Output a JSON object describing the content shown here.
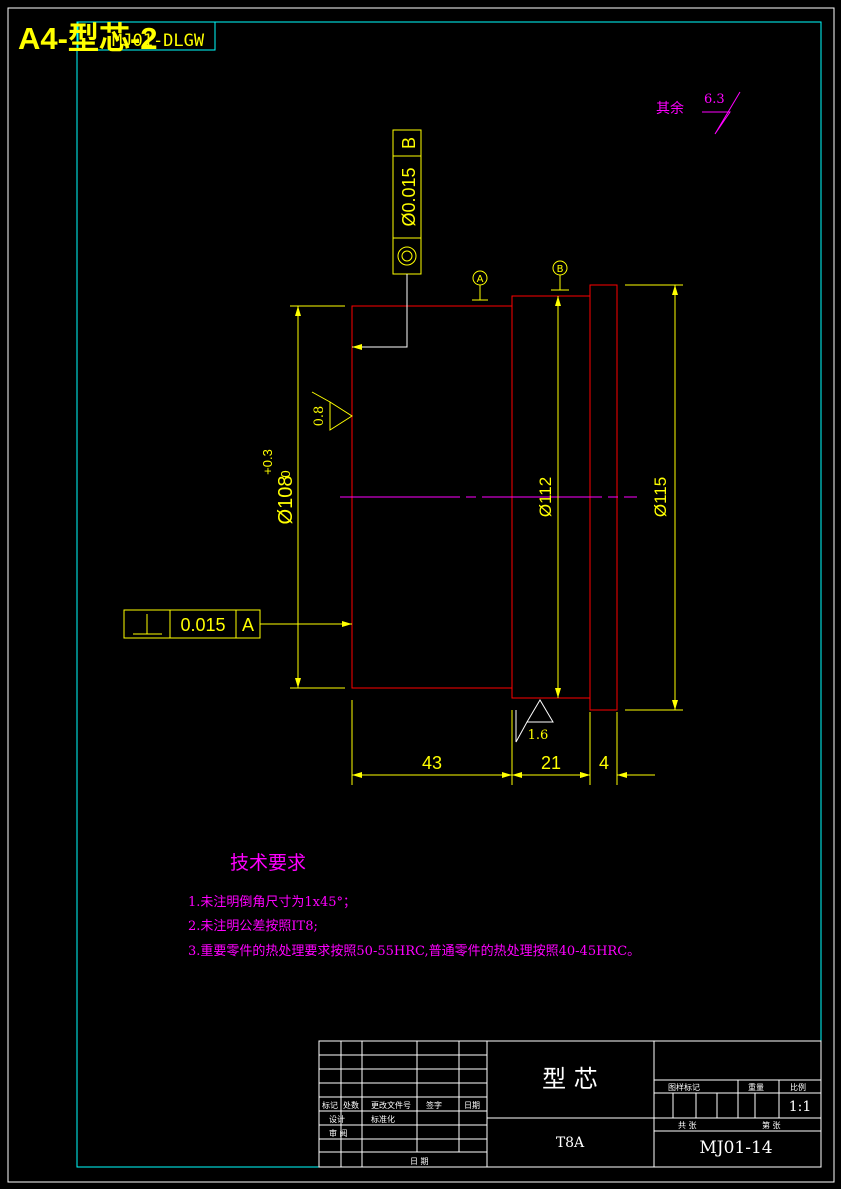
{
  "header": {
    "title": "A4-型芯-2",
    "overlap_text": "MJ01-DLGW"
  },
  "surface_finish": {
    "general_label": "其余",
    "general_value": "6.3",
    "left_face_value": "0.8",
    "bottom_value": "1.6"
  },
  "datums": {
    "a": "A",
    "b": "B"
  },
  "tolerances": {
    "coaxiality": {
      "value": "Ø0.015",
      "datum": "B"
    },
    "perpendicularity": {
      "value": "0.015",
      "datum": "A"
    }
  },
  "dimensions": {
    "d108": "Ø108",
    "d108_upper": "+0.3",
    "d108_lower": "0",
    "d112": "Ø112",
    "d115": "Ø115",
    "len43": "43",
    "len21": "21",
    "len4": "4"
  },
  "notes": {
    "heading": "技术要求",
    "items": [
      "1.未注明倒角尺寸为1x45°；",
      "2.未注明公差按照IT8;",
      "3.重要零件的热处理要求按照50-55HRC,普通零件的热处理按照40-45HRC。"
    ]
  },
  "title_block": {
    "part_name": "型 芯",
    "material": "T8A",
    "drawing_number": "MJ01-14",
    "scale": "1:1",
    "header_labels": [
      "图样标记",
      "重量",
      "比例"
    ],
    "lower_labels": [
      "共 张",
      "第 张"
    ],
    "row_labels": [
      "标记",
      "处数",
      "更改文件号",
      "签字",
      "日期"
    ],
    "sign_labels": [
      "设计",
      "标准化"
    ],
    "review_label": "审 阅",
    "date_label": "日 期"
  },
  "colors": {
    "background": "#000000",
    "frame": "#00ffff",
    "geometry": "#ff0000",
    "dimension": "#ffff00",
    "annotation": "#ff00ff",
    "table": "#ffffff"
  }
}
